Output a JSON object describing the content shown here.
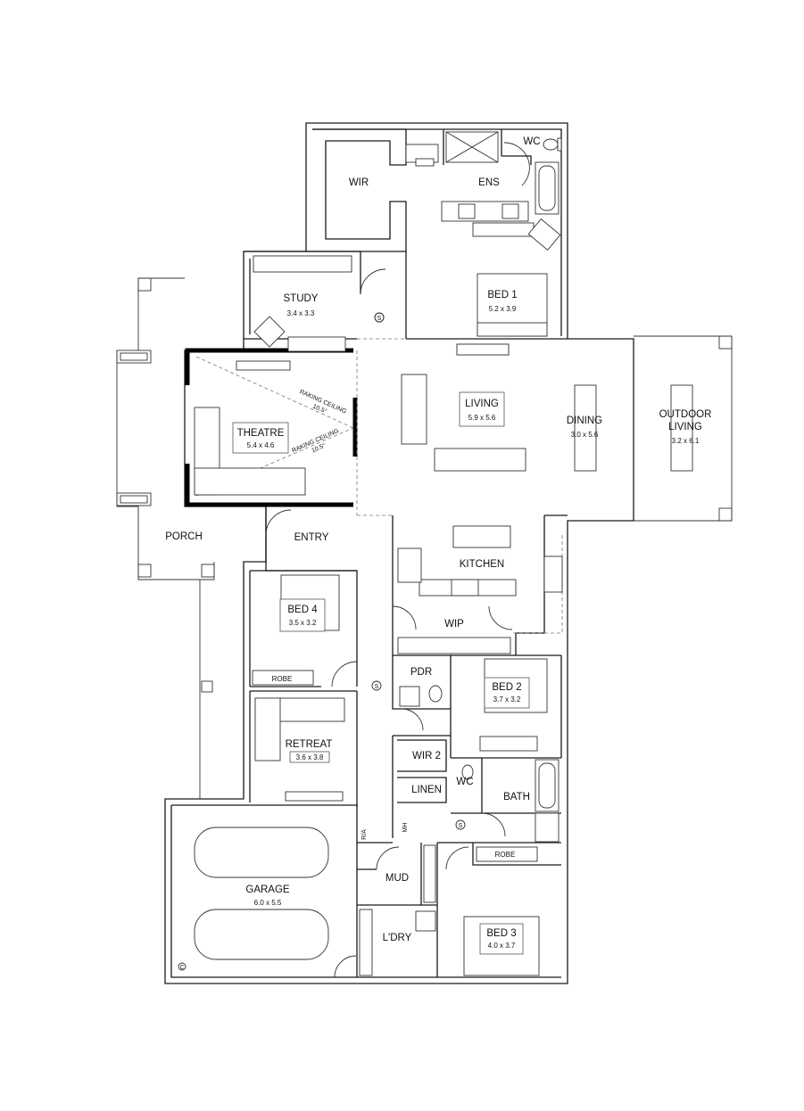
{
  "rooms": {
    "wc1": {
      "name": "WC"
    },
    "wir": {
      "name": "WIR"
    },
    "ens": {
      "name": "ENS"
    },
    "study": {
      "name": "STUDY",
      "size": "3.4 x 3.3"
    },
    "bed1": {
      "name": "BED 1",
      "size": "5.2 x 3.9"
    },
    "theatre": {
      "name": "THEATRE",
      "size": "5.4 x 4.6"
    },
    "living": {
      "name": "LIVING",
      "size": "5.9 x 5.6"
    },
    "dining": {
      "name": "DINING",
      "size": "3.0 x 5.6"
    },
    "outdoor": {
      "name_line1": "OUTDOOR",
      "name_line2": "LIVING",
      "size": "3.2 x 6.1"
    },
    "porch": {
      "name": "PORCH"
    },
    "entry": {
      "name": "ENTRY"
    },
    "kitchen": {
      "name": "KITCHEN"
    },
    "bed4": {
      "name": "BED 4",
      "size": "3.5 x 3.2"
    },
    "wip": {
      "name": "WIP"
    },
    "robe4": {
      "name": "ROBE"
    },
    "pdr": {
      "name": "PDR"
    },
    "bed2": {
      "name": "BED 2",
      "size": "3.7 x 3.2"
    },
    "retreat": {
      "name": "RETREAT",
      "size": "3.6 x 3.8"
    },
    "wir2": {
      "name": "WIR 2"
    },
    "wc2": {
      "name": "WC"
    },
    "linen": {
      "name": "LINEN"
    },
    "bath": {
      "name": "BATH"
    },
    "robe3": {
      "name": "ROBE"
    },
    "garage": {
      "name": "GARAGE",
      "size": "6.0 x 5.5"
    },
    "mud": {
      "name": "MUD"
    },
    "ldry": {
      "name": "L'DRY"
    },
    "bed3": {
      "name": "BED 3",
      "size": "4.0 x 3.7"
    }
  },
  "annotations": {
    "raking1_line1": "RAKING CEILING",
    "raking1_line2": "10.5°",
    "raking2_line1": "RAKING CEILING",
    "raking2_line2": "10.5°",
    "smoke": "S",
    "mh": "MH",
    "ra": "R/A",
    "c": "C"
  }
}
